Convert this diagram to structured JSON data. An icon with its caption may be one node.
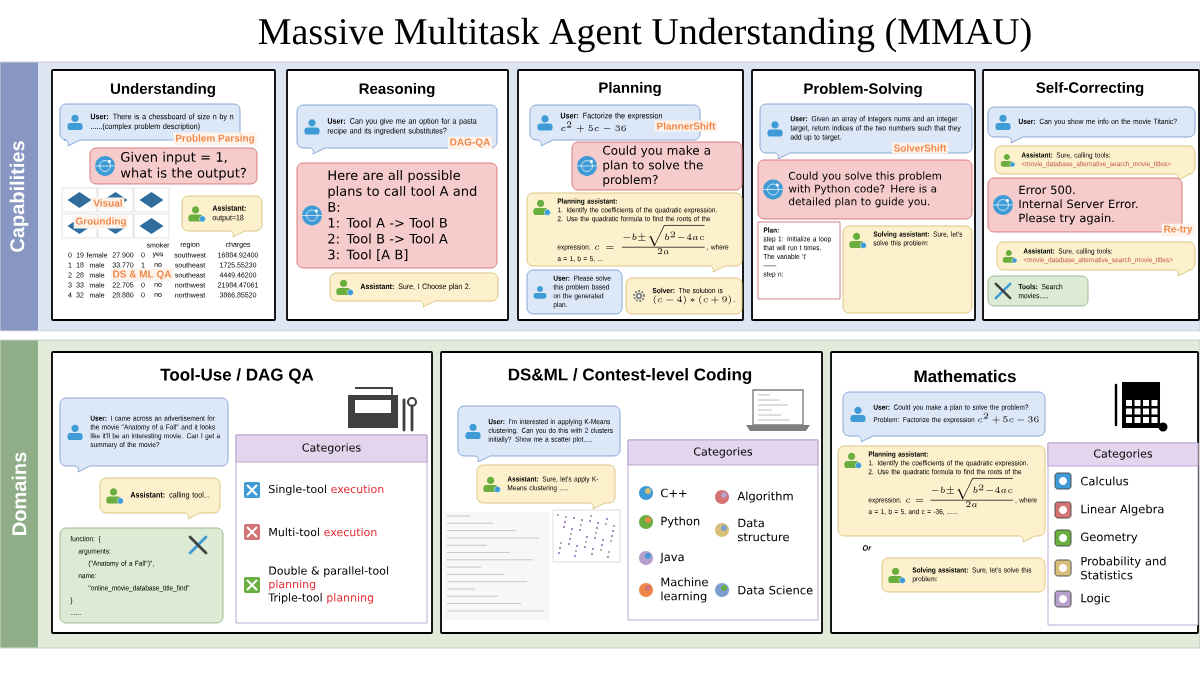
{
  "diagram": {
    "title": "Massive Multitask Agent Understanding (MMAU)",
    "nodes": [
      {
        "text": [
          "Capabilities"
        ]
      },
      {
        "text": [
          "Understanding"
        ],
        "in": 0
      },
      {
        "text": [
          "**User:** There is a chessboard of size n by n ......(complex problem description)"
        ],
        "in": 1
      },
      {
        "text": [
          "Given input = 1, what is the output?"
        ],
        "in": 1
      },
      {
        "text": [
          "**Assistant:** output=18"
        ],
        "in": 1
      },
      {
        "text": [
          "Reasoning"
        ],
        "in": 0
      },
      {
        "text": [
          "**User:** Can you give me an option for a pasta recipe and its ingredient substitutes?"
        ],
        "in": 5
      },
      {
        "text": [
          "Here are all possible plans to call tool A and B:",
          "1: Tool A -> Tool B",
          "2: Tool B -> Tool A",
          "3: Tool [A B]"
        ],
        "in": 5
      },
      {
        "text": [
          "**Assistant:** Sure, I Choose plan 2."
        ],
        "in": 5
      },
      {
        "text": [
          "Planning"
        ],
        "in": 0
      },
      {
        "text": [
          "**User:** Factorize the expression",
          "c^2+5c-36"
        ],
        "in": 9
      },
      {
        "text": [
          "Could you make a plan to solve the problem?"
        ],
        "in": 9
      },
      {
        "text": [
          "Planning assistant:",
          "1. Identify the coefficients of the quadratic expression.",
          "2. Use the quadratic formula to find the roots of the expression:",
          "c=\\frac{-b\\pm\\sqrt{b^2-4ac}}{2a}",
          ", where a = 1, b = 5, ..."
        ],
        "in": 9
      },
      {
        "text": [
          "**User:** Please solve this problem based on the generated plan."
        ],
        "in": 9
      },
      {
        "text": [
          "**Solver:** The solution is",
          "(c-4)*(c+9)."
        ],
        "in": 9
      },
      {
        "text": [
          "Problem-Solving"
        ],
        "in": 0
      },
      {
        "text": [
          "**User:** Given an array of integers nums and an integer target, return indices of the two numbers such that they add up to target."
        ],
        "in": 15
      },
      {
        "text": [
          "Could you solve this problem with Python code? Here is a detailed plan to guide you."
        ],
        "in": 15
      },
      {
        "text": [
          "Plan:",
          "step 1: Initialize a loop that will run t times. The variable 't'",
          "——",
          "step n:"
        ],
        "in": 15
      },
      {
        "text": [
          "**Solving assistant:** Sure, let's solve this problem:"
        ],
        "in": 15
      },
      {
        "text": [
          "Self-Correcting"
        ],
        "in": 0
      },
      {
        "text": [
          "**User:** Can you show me info on the movie Titanic?"
        ],
        "in": 20
      },
      {
        "text": [
          "**Assistant:** Sure, calling tools:",
          "<movie_database_alternative_search_movie_titles>"
        ],
        "in": 20
      },
      {
        "text": [
          "Error 500.",
          "Internal Server Error.",
          "Please try again."
        ],
        "in": 20
      },
      {
        "text": [
          "**Assistant:** Sure, calling tools:",
          "<movie_database_alternative_search_movie_titles>"
        ],
        "in": 20
      },
      {
        "text": [
          "**Tools:** Search movies....."
        ],
        "in": 20
      },
      {
        "text": [
          "Domains"
        ]
      },
      {
        "text": [
          "Tool-Use / DAG QA"
        ],
        "in": 26
      },
      {
        "text": [
          "**User:** I came across an advertisement for the movie \"Anatomy of a Fall\" and it looks like it'll be an interesting movie. Can I get a summary of the movie?"
        ],
        "in": 27
      },
      {
        "text": [
          "**Assistant:** calling tool..."
        ],
        "in": 27
      },
      {
        "text": [
          "function: {",
          "arguments:",
          "(\"Anatomy of a Fall\")\",",
          "name:",
          "\"online_movie_database_title_find\"",
          "}",
          "......"
        ],
        "in": 27
      },
      {
        "text": [
          "Categories",
          "Single-tool",
          "execution",
          "Multi-tool",
          "execution",
          "Double & parallel-tool",
          "planning",
          "Triple-tool",
          "planning"
        ],
        "in": 27
      },
      {
        "text": [
          "DS&ML / Contest-level Coding"
        ],
        "in": 26
      },
      {
        "text": [
          "**User:** I'm interested in applying K-Means clustering. Can you do this with 2 clusters initially? Show me a scatter plot....."
        ],
        "in": 32
      },
      {
        "text": [
          "**Assistant:** Sure, let's apply K-Means clustering ....."
        ],
        "in": 32
      },
      {
        "text": [
          "Categories",
          "C++",
          "Algorithm",
          "Python",
          "Data structure",
          "Java",
          "Machine learning",
          "Data Science"
        ],
        "in": 32
      },
      {
        "text": [
          "Mathematics"
        ],
        "in": 26
      },
      {
        "text": [
          "**User:** Could you make a plan to solve the problem?",
          "Problem: Factorize the expression",
          "c^2+5c-36"
        ],
        "in": 36
      },
      {
        "text": [
          "Planning assistant:",
          "1. Identify the coefficients of the quadratic expression.",
          "2. Use the quadratic formula to find the roots of the expression:",
          "c=\\frac{-b\\pm\\sqrt{b^2-4ac}}{2a}",
          ", where a = 1, b = 5, and c = -36, ......"
        ],
        "in": 36
      },
      {
        "text": [
          "**Solving assistant:** Sure, let's solve this problem:"
        ],
        "in": 36
      },
      {
        "text": [
          "Categories",
          "Calculus",
          "Linear Algebra",
          "Geometry",
          "Probability and Statistics",
          "Logic"
        ],
        "in": 36
      }
    ],
    "labels": [
      "Problem Parsing",
      "Visual",
      "Grounding",
      "smoker",
      "region",
      "charges",
      "0",
      "19",
      "female",
      "27.900",
      "0",
      "yes",
      "southwest",
      "16884.92400",
      "1",
      "18",
      "male",
      "33.770",
      "1",
      "no",
      "southeast",
      "1725.55230",
      "2",
      "28",
      "male",
      "southeast",
      "4449.46200",
      "3",
      "33",
      "male",
      "22.705",
      "0",
      "no",
      "northwest",
      "21984.47061",
      "4",
      "32",
      "male",
      "28.880",
      "0",
      "no",
      "northwest",
      "3866.85520",
      "DS & ML QA",
      "DAG-QA",
      "PlannerShift",
      "SolverShift",
      "Re-try",
      "Or"
    ]
  }
}
